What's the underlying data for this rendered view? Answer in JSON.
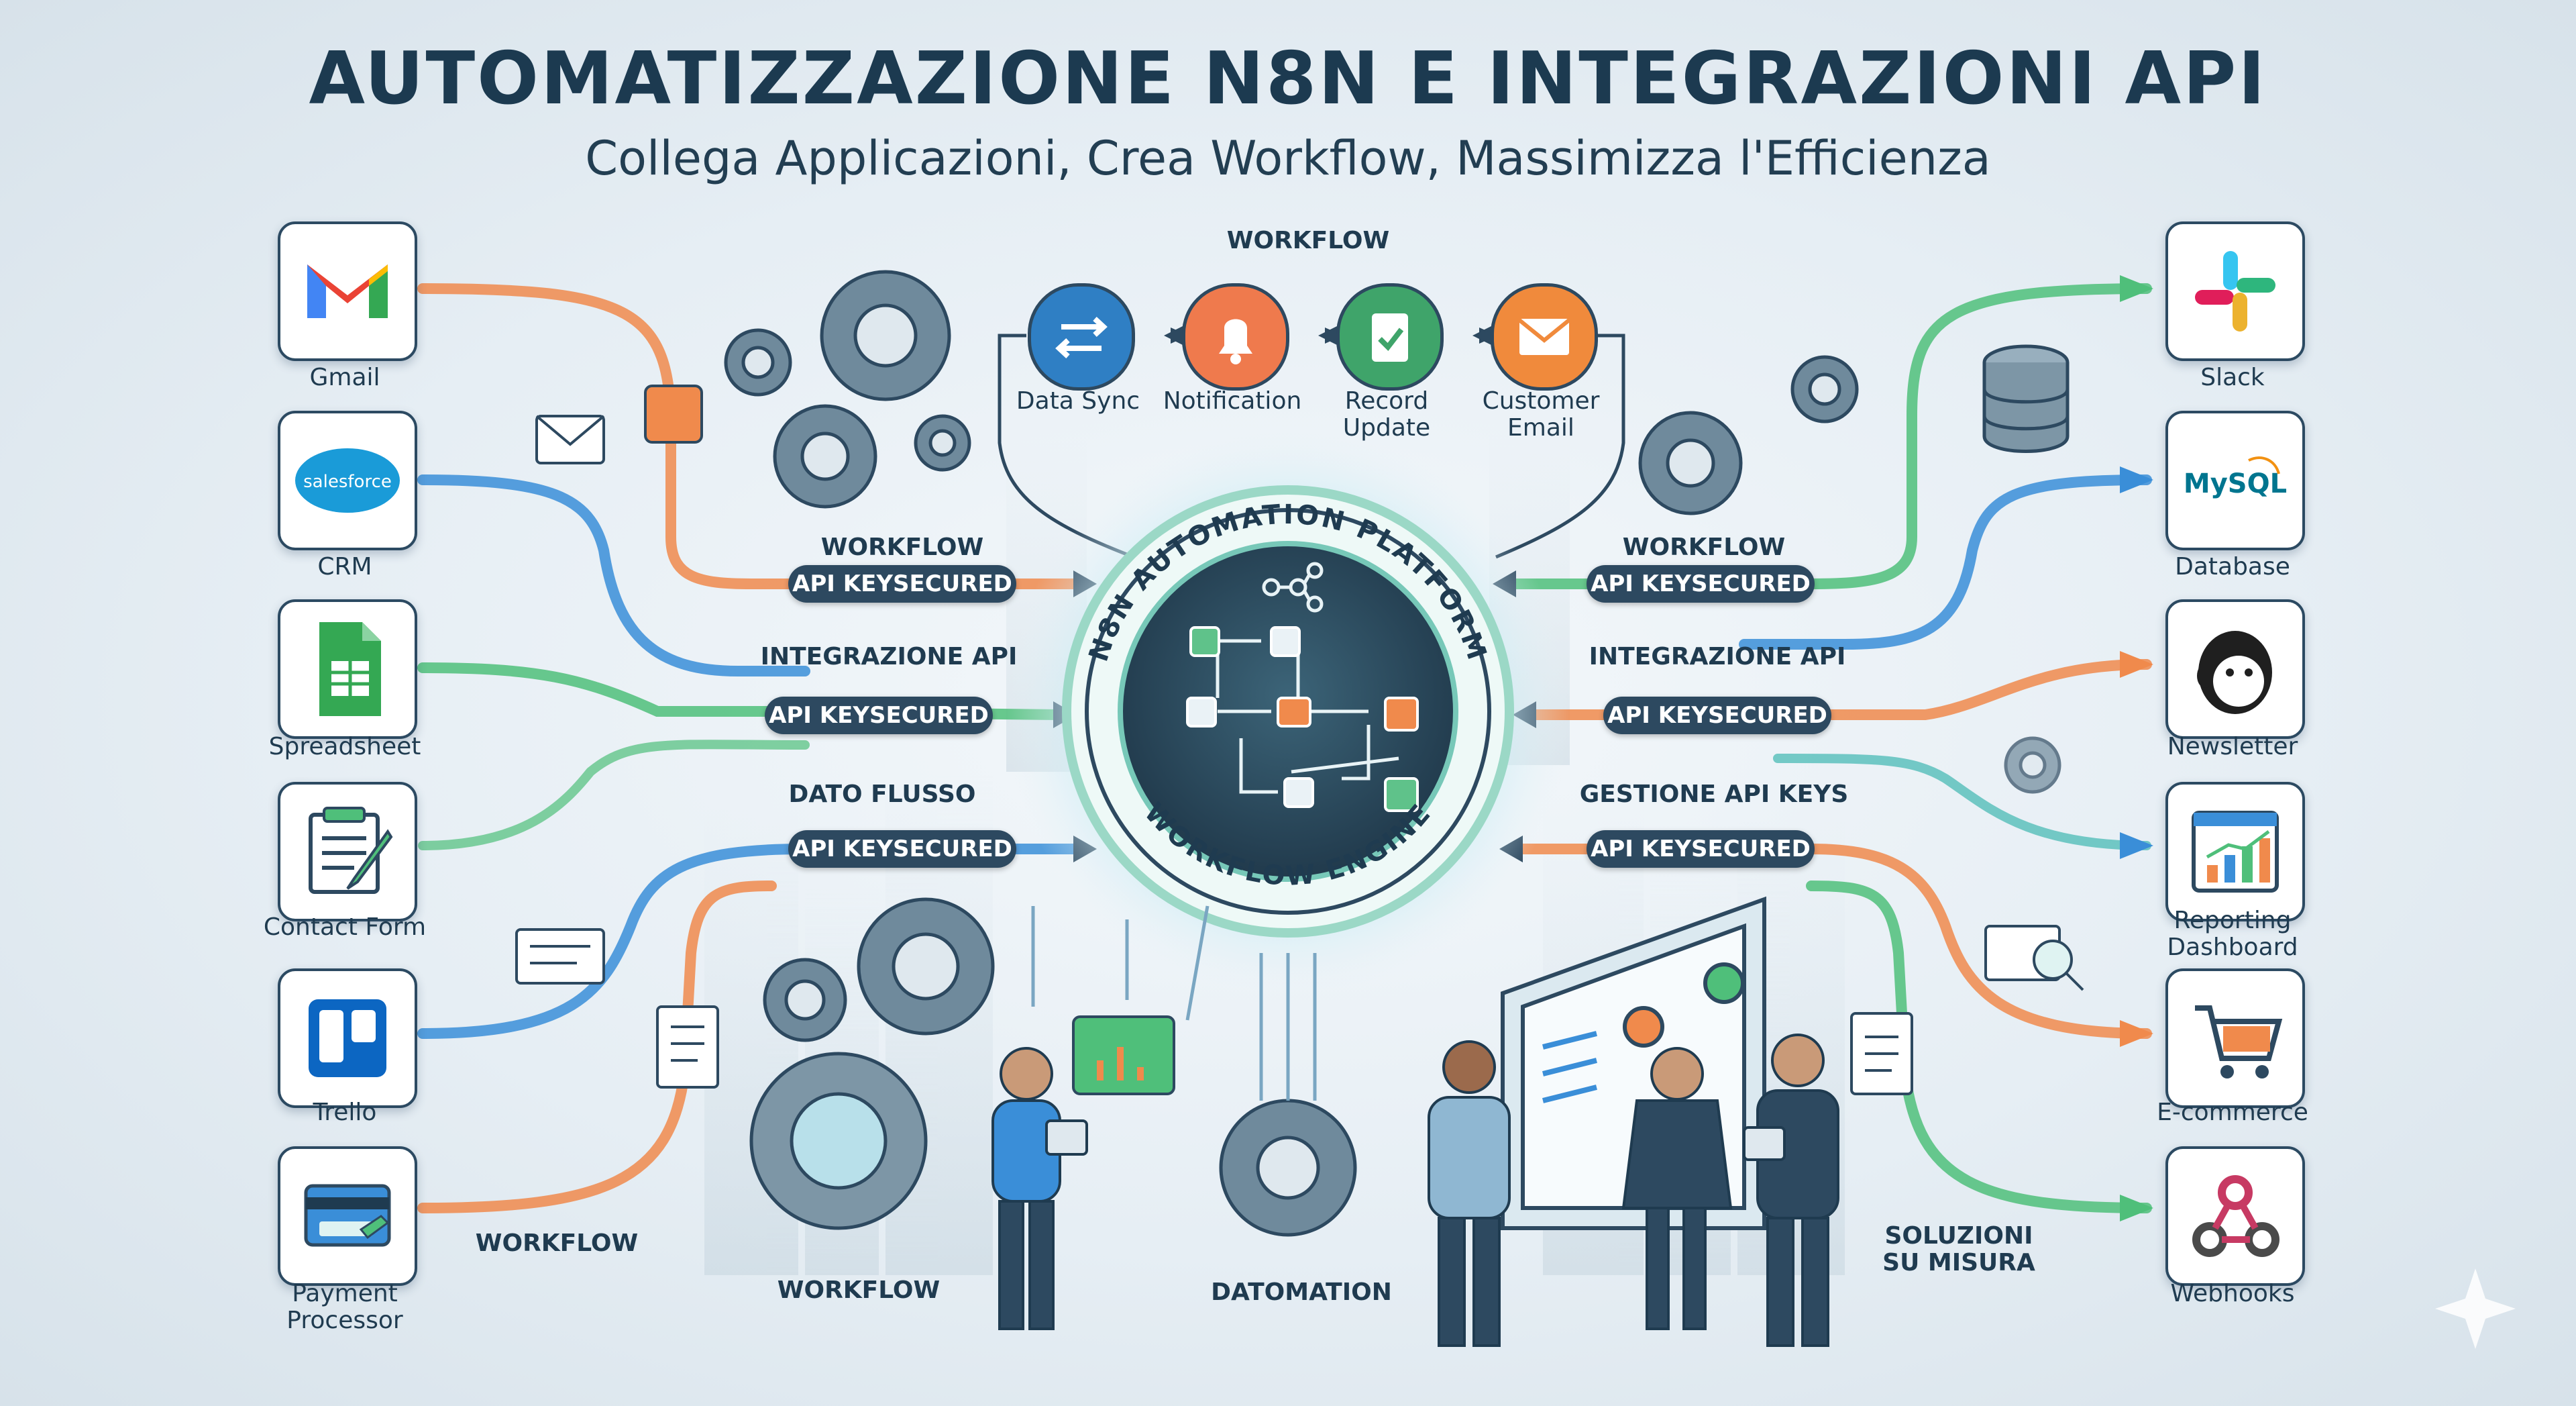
{
  "header": {
    "title": "AUTOMATIZZAZIONE N8N E INTEGRAZIONI API",
    "subtitle": "Collega Applicazioni, Crea Workflow, Massimizza l'Efficienza"
  },
  "workflow_bar": {
    "heading": "WORKFLOW",
    "steps": [
      {
        "label": "Data Sync",
        "icon": "sync-arrows-icon",
        "color": "#2f7fc4"
      },
      {
        "label": "Notification",
        "icon": "bell-icon",
        "color": "#ef7a4d"
      },
      {
        "label": "Record Update",
        "icon": "clipboard-check-icon",
        "color": "#3fa46a"
      },
      {
        "label": "Customer Email",
        "icon": "envelope-icon",
        "color": "#f08a3c"
      }
    ]
  },
  "hub": {
    "top_text": "N8N AUTOMATION PLATFORM",
    "bottom_text": "WORKFLOW ENGINE"
  },
  "left_apps": [
    {
      "label": "Gmail",
      "icon": "gmail-icon"
    },
    {
      "label": "CRM",
      "icon": "salesforce-icon",
      "logo_text": "salesforce"
    },
    {
      "label": "Spreadsheet",
      "icon": "spreadsheet-icon"
    },
    {
      "label": "Contact Form",
      "icon": "contact-form-icon"
    },
    {
      "label": "Trello",
      "icon": "trello-icon"
    },
    {
      "label": "Payment Processor",
      "icon": "payment-card-icon"
    }
  ],
  "right_apps": [
    {
      "label": "Slack",
      "icon": "slack-icon"
    },
    {
      "label": "Database",
      "icon": "mysql-icon",
      "logo_text": "MySQL"
    },
    {
      "label": "Newsletter",
      "icon": "mailchimp-icon"
    },
    {
      "label": "Reporting Dashboard",
      "icon": "dashboard-chart-icon"
    },
    {
      "label": "E-commerce",
      "icon": "shopping-cart-icon"
    },
    {
      "label": "Webhooks",
      "icon": "webhook-icon"
    }
  ],
  "left_connectors": [
    {
      "label": "WORKFLOW",
      "pill": "API KEYSECURED"
    },
    {
      "label": "INTEGRAZIONE API",
      "pill": "API KEYSECURED"
    },
    {
      "label": "DATO FLUSSO",
      "pill": "API KEYSECURED"
    }
  ],
  "right_connectors": [
    {
      "label": "WORKFLOW",
      "pill": "API KEYSECURED"
    },
    {
      "label": "INTEGRAZIONE API",
      "pill": "API KEYSECURED"
    },
    {
      "label": "GESTIONE API KEYS",
      "pill": "API KEYSECURED"
    }
  ],
  "bottom_labels": {
    "left_workflow": "WORKFLOW",
    "center_workflow": "WORKFLOW",
    "datomation": "DATOMATION",
    "soluzioni": "SOLUZIONI SU MISURA"
  },
  "colors": {
    "navy": "#2d4960",
    "orange": "#f08a4c",
    "blue": "#3a8ed8",
    "green": "#4fbf7a",
    "teal": "#3fb6b0"
  }
}
